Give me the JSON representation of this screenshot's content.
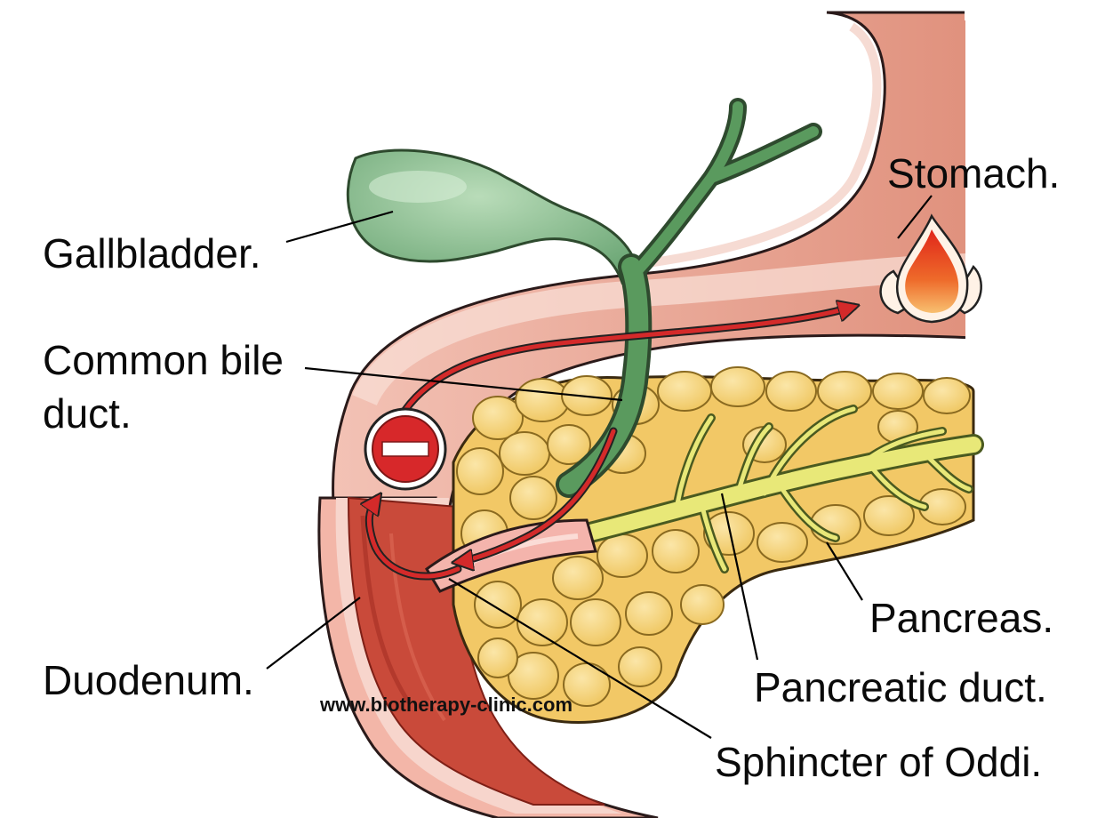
{
  "labels": {
    "gallbladder": "Gallbladder.",
    "common_bile_1": "Common bile",
    "common_bile_2": "duct.",
    "stomach": "Stomach.",
    "duodenum": "Duodenum.",
    "pancreas": "Pancreas.",
    "pancreatic_duct": "Pancreatic duct.",
    "sphincter": "Sphincter of Oddi."
  },
  "watermark": "www.biotherapy-clinic.com",
  "colors": {
    "stomach_wall": "#e79e8c",
    "stomach_lining": "#f6cfc5",
    "duodenum_inner": "#c94a3a",
    "gallbladder": "#7bb383",
    "bile_duct": "#5a9a5e",
    "pancreas_lobule": "#f5d27a",
    "pancreatic_duct": "#e8e878",
    "reflux_arrow": "#d42a2a",
    "no_entry": "#d7282a",
    "flame": "#e23a1e"
  },
  "icons": [
    "no-entry-icon",
    "flame-icon"
  ]
}
